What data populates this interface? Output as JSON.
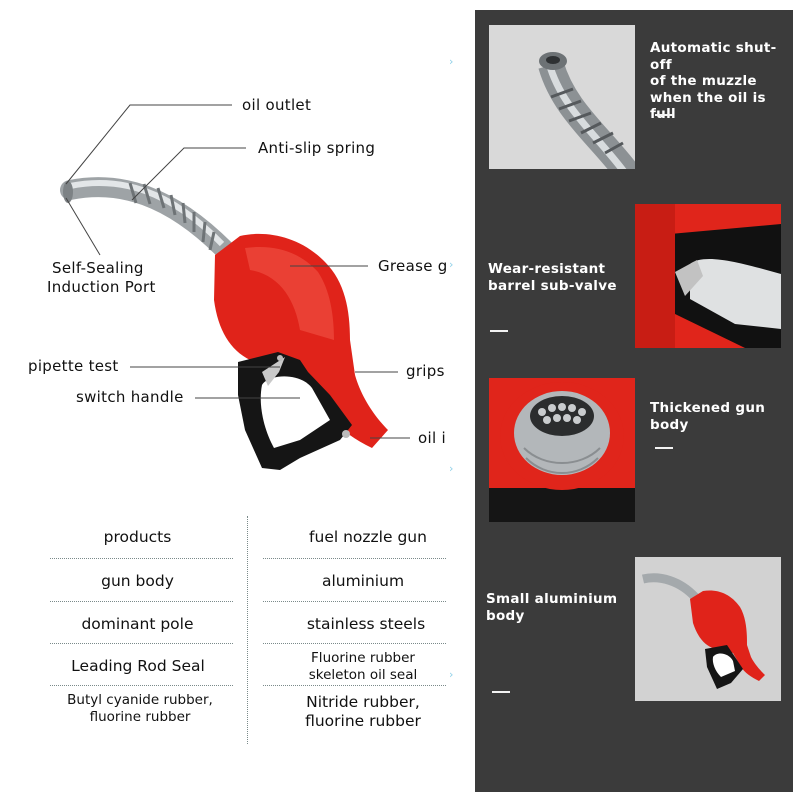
{
  "diagram": {
    "labels": {
      "oil_outlet": "oil outlet",
      "anti_slip_spring": "Anti-slip spring",
      "self_sealing_line1": "Self-Sealing",
      "self_sealing_line2": "Induction Port",
      "grease_gun": "Grease g",
      "pipette_test": "pipette test",
      "switch_handle": "switch handle",
      "grips": "grips",
      "oil_inlet": "oil i"
    },
    "colors": {
      "nozzle_red": "#e0231a",
      "handle_black": "#151515",
      "spout_silver": "#b9bdc0"
    }
  },
  "specs": {
    "rows": [
      {
        "name": "products",
        "value": "fuel nozzle gun"
      },
      {
        "name": "gun body",
        "value": "aluminium"
      },
      {
        "name": "dominant pole",
        "value": "stainless steels"
      },
      {
        "name": "Leading Rod Seal",
        "value_line1": "Fluorine rubber",
        "value_line2": "skeleton oil seal"
      },
      {
        "name_line1": "Butyl cyanide rubber,",
        "name_line2": "fluorine rubber",
        "value_line1": "Nitride rubber,",
        "value_line2": "fluorine rubber"
      }
    ]
  },
  "features": [
    {
      "line1": "Automatic shut-off",
      "line2": "of the muzzle",
      "line3": "when the oil is full"
    },
    {
      "line1": "Wear-resistant",
      "line2": "barrel sub-valve"
    },
    {
      "line1": "Thickened gun",
      "line2": "body"
    },
    {
      "line1": "Small aluminium",
      "line2": "body"
    }
  ],
  "panel_color": "#3b3b3b"
}
